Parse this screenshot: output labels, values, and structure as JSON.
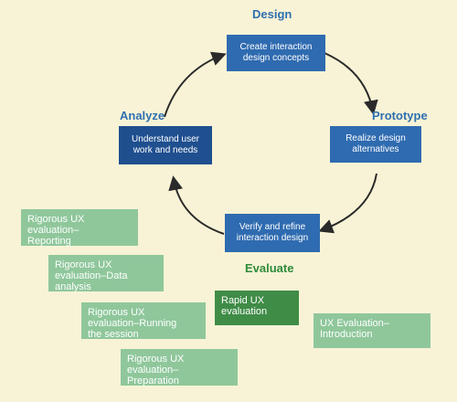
{
  "phases": {
    "design": "Design",
    "prototype": "Prototype",
    "evaluate": "Evaluate",
    "analyze": "Analyze"
  },
  "boxes": {
    "design": "Create interaction design concepts",
    "prototype": "Realize design alternatives",
    "evaluate": "Verify and refine interaction design",
    "analyze": "Understand user work and needs"
  },
  "topics": [
    {
      "label": "Rigorous UX\nevaluation–\nReporting"
    },
    {
      "label": "Rigorous UX\nevaluation–Data\nanalysis"
    },
    {
      "label": "Rigorous UX\nevaluation–Running\nthe session"
    },
    {
      "label": "Rigorous UX\nevaluation–\nPreparation"
    },
    {
      "label": "Rapid UX\nevaluation"
    },
    {
      "label": "UX Evaluation–\nIntroduction"
    }
  ],
  "colors": {
    "background": "#f8f3d6",
    "phase_blue": "#2f6fb0",
    "phase_green": "#2e8b3a",
    "box_blue": "#2f6bb0",
    "box_navy": "#1f4f8f",
    "topic_light": "#8fc79b",
    "topic_dark": "#3f8c47"
  }
}
